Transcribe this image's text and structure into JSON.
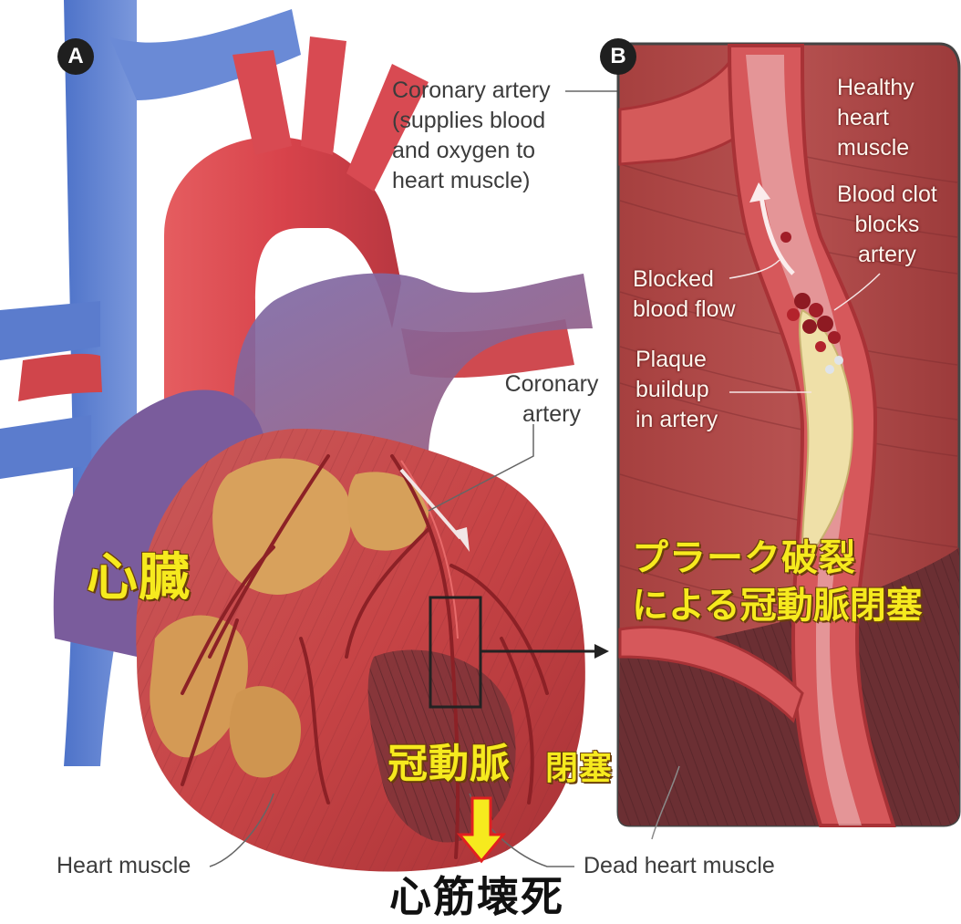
{
  "panel_a": {
    "badge": "A",
    "labels": {
      "coronary_artery_top": "Coronary artery\n(supplies blood\nand oxygen to\nheart muscle)",
      "coronary_artery_side": "Coronary\nartery",
      "heart_muscle": "Heart muscle",
      "dead_heart_muscle": "Dead heart muscle"
    }
  },
  "panel_b": {
    "badge": "B",
    "labels": {
      "healthy_heart_muscle": "Healthy\nheart\nmuscle",
      "blood_clot": "Blood clot\nblocks\nartery",
      "blocked_blood_flow": "Blocked\nblood flow",
      "plaque_buildup": "Plaque\nbuildup\nin artery"
    }
  },
  "japanese_annotations": {
    "heart": "心臓",
    "plaque_rupture_line1": "プラーク破裂",
    "plaque_rupture_line2": "による冠動脈閉塞",
    "coronary": "冠動脈",
    "occlusion": "閉塞",
    "myocardial_necrosis": "心筋壊死"
  },
  "colors": {
    "heart_red": "#c94747",
    "aorta_red": "#d9474c",
    "vein_blue": "#5a7fd0",
    "fat_yellow": "#d8a15c",
    "annotation_yellow": "#f6ea1e",
    "arrow_red": "#e02020"
  }
}
